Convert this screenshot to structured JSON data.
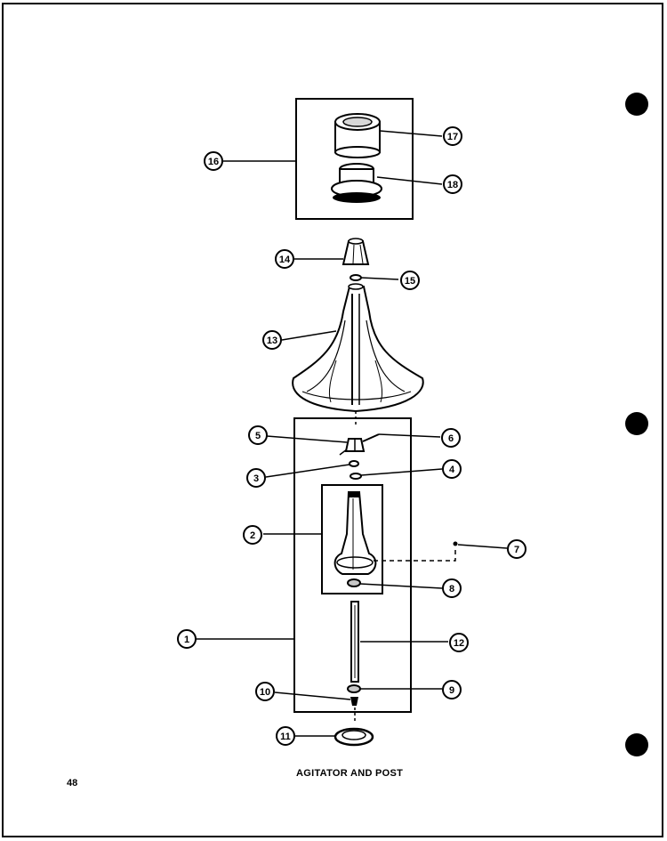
{
  "diagram": {
    "caption": "AGITATOR AND POST",
    "page_number": "48",
    "callouts": [
      "1",
      "2",
      "3",
      "4",
      "5",
      "6",
      "7",
      "8",
      "9",
      "10",
      "11",
      "12",
      "13",
      "14",
      "15",
      "16",
      "17",
      "18"
    ],
    "colors": {
      "ink": "#000000",
      "paper": "#ffffff",
      "shade": "#c8c8c8"
    }
  }
}
